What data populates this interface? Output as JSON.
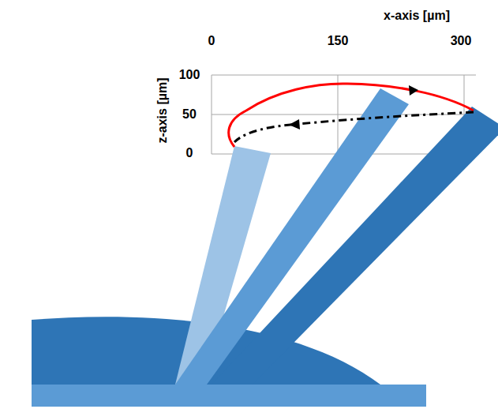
{
  "diagram": {
    "labels": [
      "x-axis [µm]",
      "0",
      "150",
      "300",
      "100",
      "50",
      "0",
      "z-axis [µm]"
    ]
  }
}
